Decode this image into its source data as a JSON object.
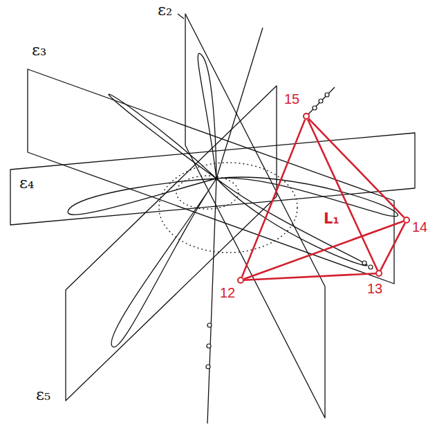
{
  "diagram": {
    "nodes": [
      {
        "text": [
          "15"
        ]
      },
      {
        "text": [
          "14"
        ]
      },
      {
        "text": [
          "12"
        ]
      },
      {
        "text": [
          "13"
        ]
      }
    ],
    "edges": [
      {
        "from": 0,
        "to": 2,
        "arrow": "none"
      },
      {
        "from": 0,
        "to": 3,
        "arrow": "none"
      },
      {
        "from": 0,
        "to": 1,
        "arrow": "none"
      },
      {
        "from": 2,
        "to": 3,
        "arrow": "none"
      },
      {
        "from": 2,
        "to": 1,
        "arrow": "none"
      },
      {
        "from": 3,
        "to": 1,
        "arrow": "none"
      }
    ],
    "labels": [
      "ε₂",
      "ε₃",
      "ε₄",
      "ε₅",
      "L₁"
    ]
  }
}
